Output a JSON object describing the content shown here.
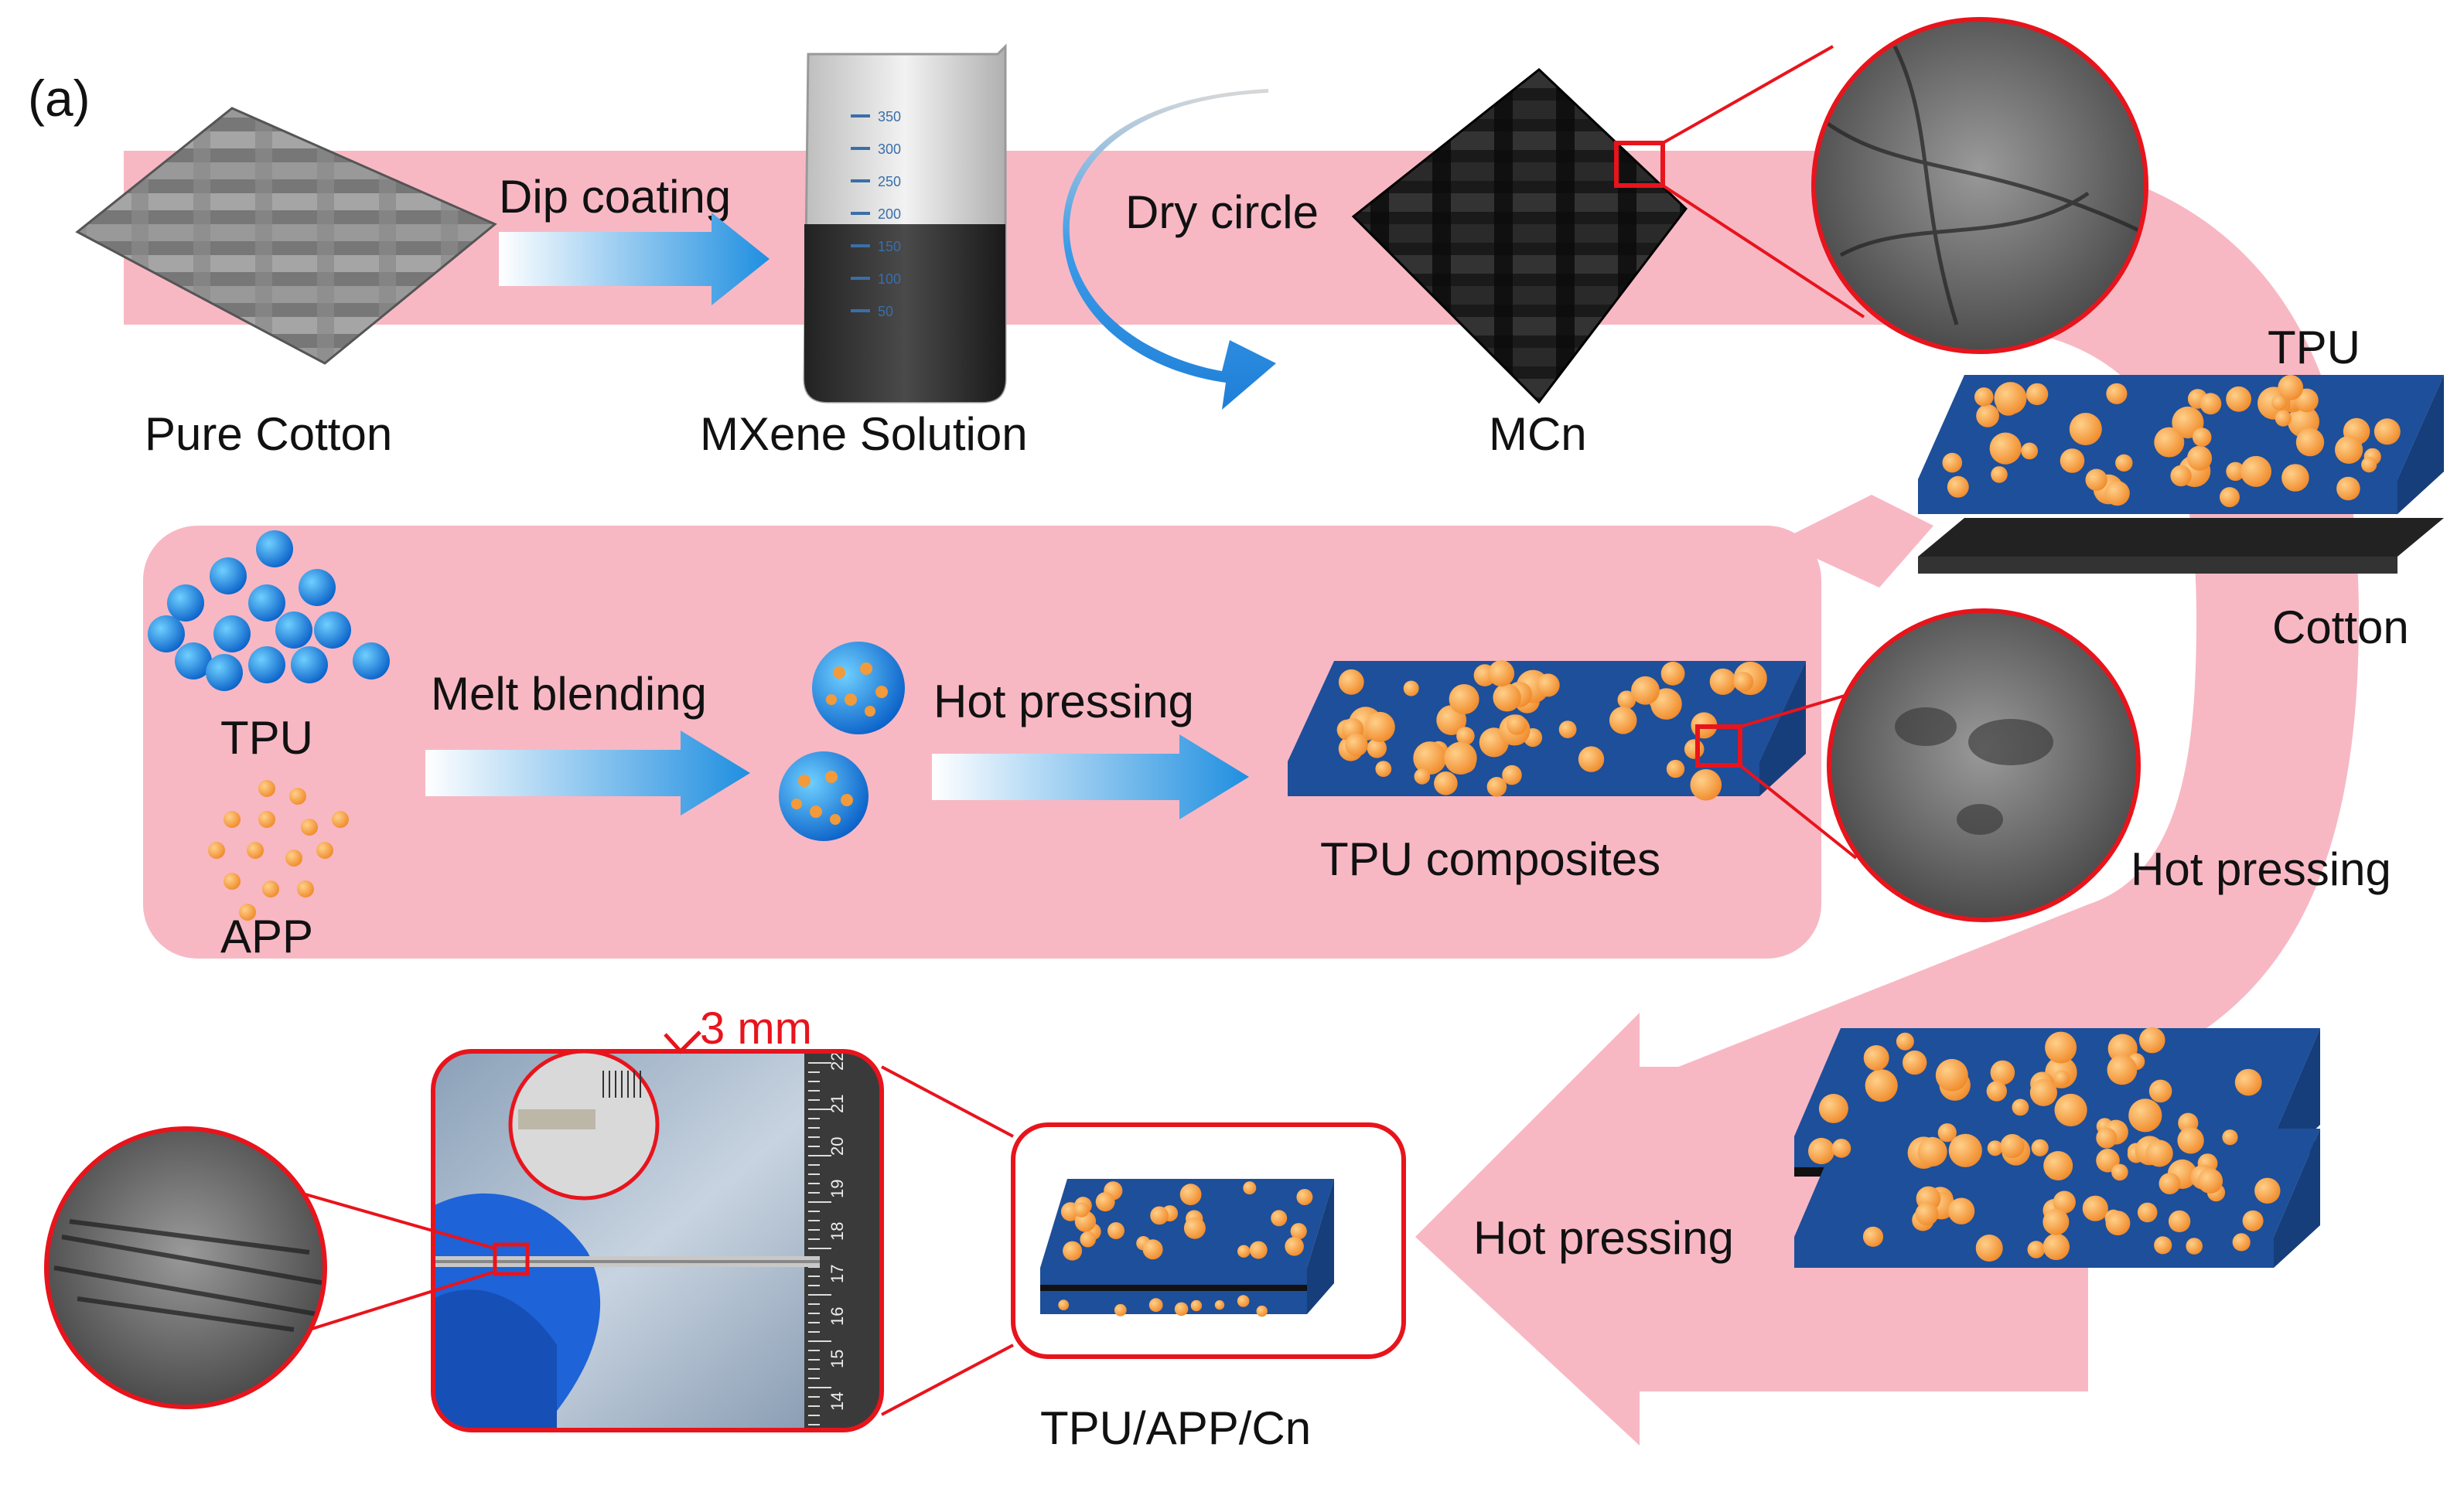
{
  "panel_label": "(a)",
  "top_row": {
    "cotton_label": "Pure Cotton",
    "step1_label": "Dip coating",
    "beaker_label": "MXene Solution",
    "beaker_marks": [
      "350",
      "300",
      "250",
      "200",
      "150",
      "100",
      "50"
    ],
    "step2_label": "Dry circle",
    "mcn_label": "MCn"
  },
  "middle_row": {
    "tpu_label": "TPU",
    "app_label": "APP",
    "step1_label": "Melt blending",
    "step2_label": "Hot pressing",
    "composite_label": "TPU composites"
  },
  "right_column": {
    "tpu_layer_label": "TPU",
    "cotton_layer_label": "Cotton",
    "step_label": "Hot pressing"
  },
  "bottom_row": {
    "step_label": "Hot pressing",
    "product_label": "TPU/APP/Cn",
    "thickness_label": "3 mm",
    "ruler_marks": [
      "14",
      "15",
      "16",
      "17",
      "18",
      "19",
      "20",
      "21",
      "22"
    ]
  },
  "colors": {
    "flow_pink": "#f7b8c4",
    "composite_blue": "#1d4f9a",
    "particle_orange": "#f39a3a",
    "highlight_red": "#e8141c",
    "arrow_blue": "#1f8fe0"
  }
}
